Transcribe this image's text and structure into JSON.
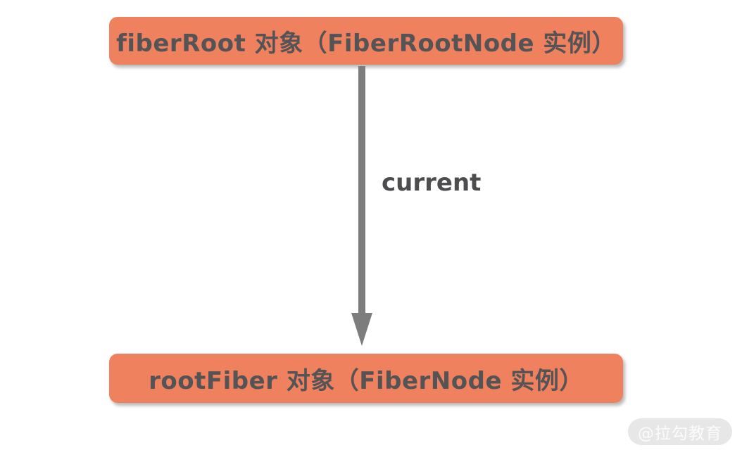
{
  "diagram": {
    "top_box": {
      "label": "fiberRoot 对象（FiberRootNode 实例）"
    },
    "arrow": {
      "label": "current",
      "direction": "down"
    },
    "bottom_box": {
      "label": "rootFiber 对象（FiberNode 实例）"
    }
  },
  "watermark": {
    "label": "@拉勾教育"
  },
  "colors": {
    "box_fill": "#F0815F",
    "box_text": "#545456",
    "arrow": "#7d7d7d",
    "edge_label_text": "#4d4d4f",
    "background": "#FFFFFF",
    "watermark_bg": "#E7E7E7",
    "watermark_text": "#FBFBFB"
  }
}
